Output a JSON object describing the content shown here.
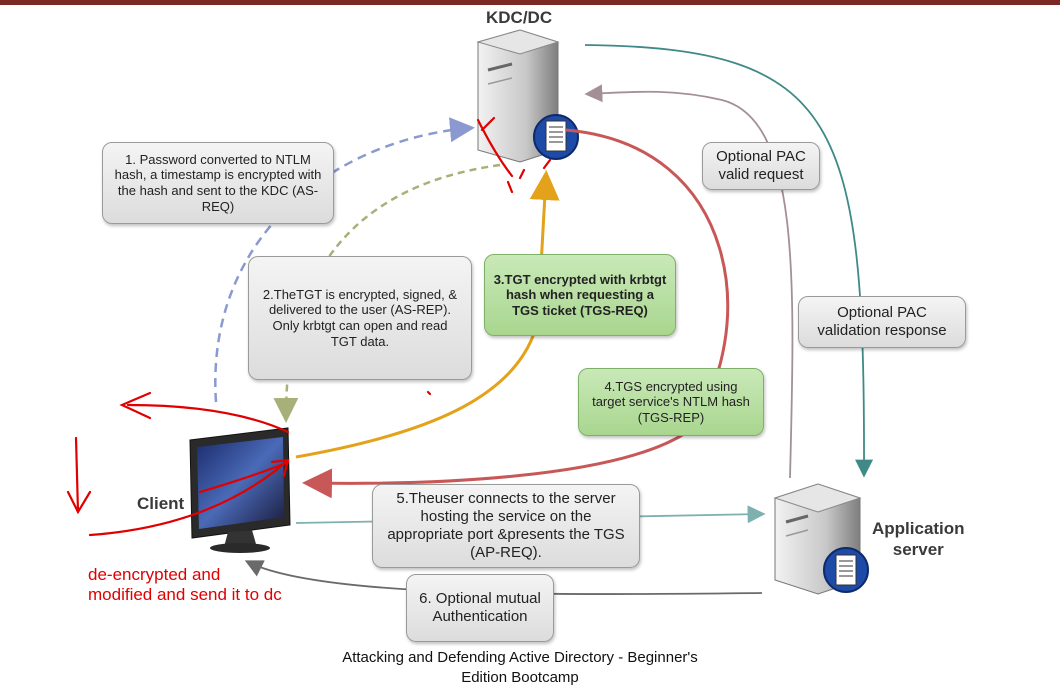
{
  "title": "KDC/DC",
  "client_label": "Client",
  "app_server_label": "Application\nserver",
  "steps": {
    "step1": "1. Password converted to NTLM hash, a timestamp is encrypted with the hash and sent to the KDC (AS-REQ)",
    "step2": "2.TheTGT is encrypted, signed, & delivered to the user (AS-REP). Only krbtgt can open and read TGT data.",
    "step3": "3.TGT encrypted with krbtgt hash when requesting a TGS ticket (TGS-REQ)",
    "step4": "4.TGS encrypted using target service's NTLM hash (TGS-REP)",
    "step5": "5.Theuser connects to the server hosting the service on the appropriate port &presents the TGS (AP-REQ).",
    "step6": "6. Optional mutual Authentication"
  },
  "pac": {
    "request": "Optional PAC valid request",
    "response": "Optional PAC validation response"
  },
  "annotation": "de-encrypted and modified and send it to dc",
  "caption": "Attacking and Defending Active Directory - Beginner's\nEdition Bootcamp",
  "colors": {
    "blue_dashed": "#8a9ad0",
    "olive_dashed": "#a8b07a",
    "orange": "#e3a21a",
    "red_line": "#c85858",
    "teal": "#3f8a87",
    "mauve": "#a58f97",
    "annotation_red": "#e00000"
  }
}
